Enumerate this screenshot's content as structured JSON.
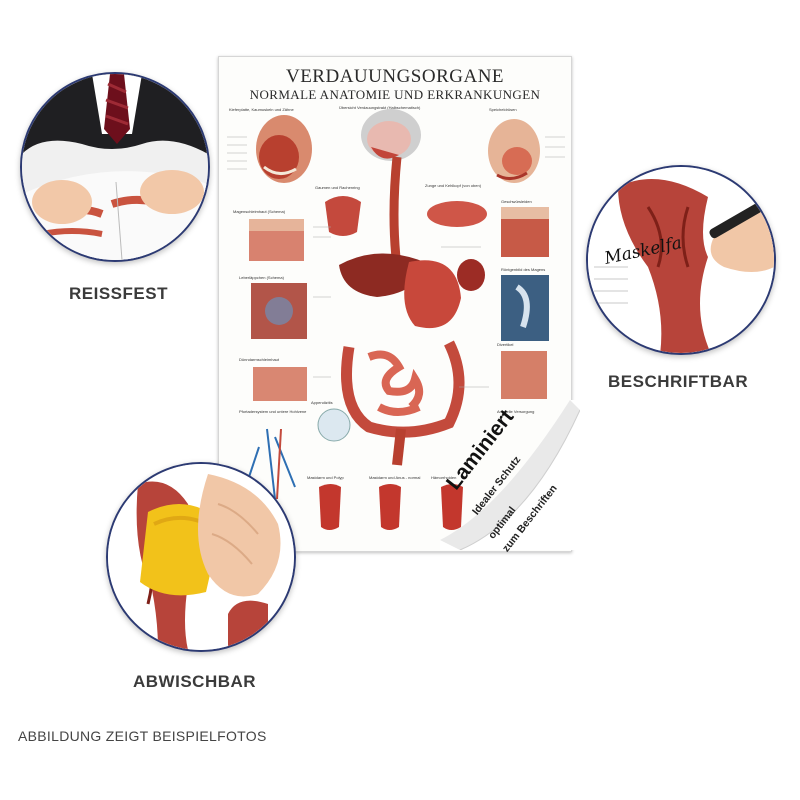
{
  "poster": {
    "title_line1": "VERDAUUNGSORGANE",
    "title_line2": "NORMALE ANATOMIE UND ERKRANKUNGEN",
    "sections": {
      "kopf": "Kieferplatte, Kaumuskeln und Zähne",
      "uebersicht": "Übersicht Verdauungstrakt (Halbschematisch)",
      "speichel": "Speicheldrüsen",
      "gaumen": "Gaumen und Rachenring",
      "zunge": "Zunge und Kehlkopf (von oben)",
      "magen": "Magenschleimhaut (Schema)",
      "geschwuer": "Geschwürsleiden",
      "leber": "Leberläppchen (Schema)",
      "roentgen": "Röntgenbild des Magens",
      "duenndarm": "Dünndarmschleimhaut",
      "appendix": "Appendizitis",
      "pfortader": "Pfortadersystem und untere Hohlvene",
      "divertikel": "Divertikel",
      "arteriell": "Arterielle Versorgung",
      "polyp": "Mastdarm und Polyp",
      "anus": "Mastdarm und Anus - normal",
      "haemorrhoiden": "Hämorrhoiden"
    },
    "laminate": {
      "title": "Laminiert",
      "line1": "Idealer Schutz",
      "line2": "optimal",
      "line3": "zum Beschriften"
    }
  },
  "features": {
    "reissfest": "REISSFEST",
    "beschriftbar": "BESCHRIFTBAR",
    "abwischbar": "ABWISCHBAR",
    "marker_text": "Maskelfa"
  },
  "footer": "ABBILDUNG ZEIGT BEISPIELFOTOS",
  "colors": {
    "circle_border": "#2c3a73",
    "caption": "#3b3b3b",
    "organ_red": "#b8402f",
    "sponge_yellow": "#f2c21a"
  }
}
